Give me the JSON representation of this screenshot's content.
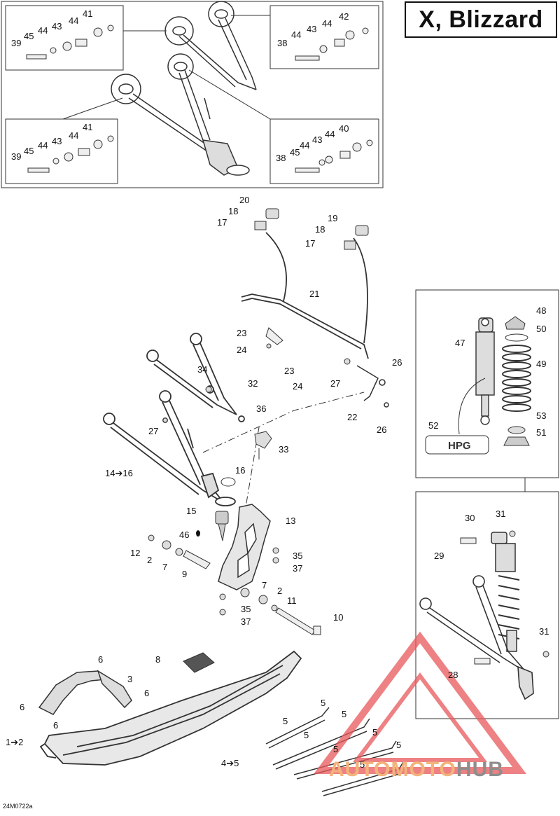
{
  "title": "X, Blizzard",
  "figure_code": "24M0722a",
  "watermark": {
    "part_a": "AUTOMOTO",
    "part_b": "HUB",
    "colors": {
      "triangle": "#e8585a",
      "text_a": "#f3b37a",
      "text_b": "#8e8e8e"
    }
  },
  "labels": {
    "p1": "1",
    "p2": "2",
    "p3": "3",
    "p4": "4",
    "p5": "5",
    "p6": "6",
    "p7": "7",
    "p8": "8",
    "p9": "9",
    "p10": "10",
    "p11": "11",
    "p12": "12",
    "p13": "13",
    "p14": "14",
    "p15": "15",
    "p16": "16",
    "p17": "17",
    "p18": "18",
    "p19": "19",
    "p20": "20",
    "p21": "21",
    "p22": "22",
    "p23": "23",
    "p24": "24",
    "p26": "26",
    "p27": "27",
    "p28": "28",
    "p29": "29",
    "p30": "30",
    "p31": "31",
    "p32": "32",
    "p33": "33",
    "p34": "34",
    "p35": "35",
    "p36": "36",
    "p37": "37",
    "p38": "38",
    "p39": "39",
    "p40": "40",
    "p41": "41",
    "p42": "42",
    "p43": "43",
    "p44": "44",
    "p45": "45",
    "p46": "46",
    "p47": "47",
    "p48": "48",
    "p49": "49",
    "p50": "50",
    "p51": "51",
    "p52": "52",
    "p53": "53"
  },
  "ranges": {
    "r1_2": "1➔2",
    "r4_5": "4➔5",
    "r14_16": "14➔16"
  },
  "shock_logo_text": "HPG"
}
